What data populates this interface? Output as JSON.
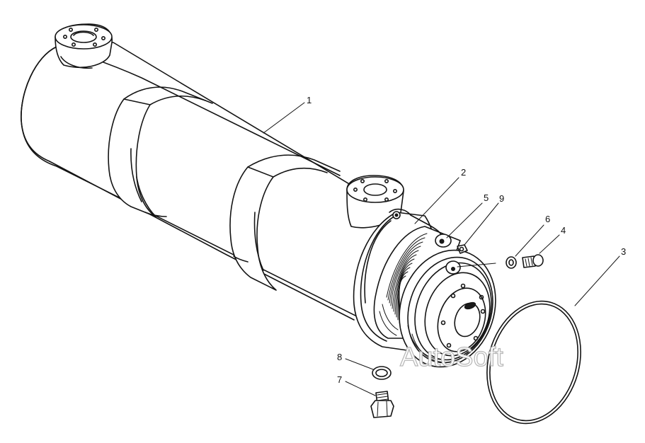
{
  "diagram": {
    "callouts": [
      {
        "id": "1",
        "label": "1"
      },
      {
        "id": "2",
        "label": "2"
      },
      {
        "id": "3",
        "label": "3"
      },
      {
        "id": "4",
        "label": "4"
      },
      {
        "id": "5",
        "label": "5"
      },
      {
        "id": "6",
        "label": "6"
      },
      {
        "id": "7",
        "label": "7"
      },
      {
        "id": "8",
        "label": "8"
      },
      {
        "id": "9",
        "label": "9"
      }
    ],
    "watermark": "AutoSoft"
  }
}
